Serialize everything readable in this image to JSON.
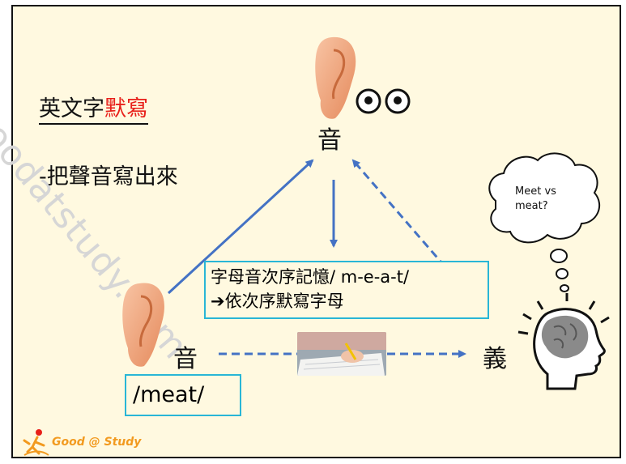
{
  "title": {
    "prefix": "英文字",
    "highlight": "默寫"
  },
  "subtitle": "-把聲音寫出來",
  "top_node": "音",
  "left_node": "音",
  "right_node": "義",
  "phonetic": "/meat/",
  "memory_box": {
    "line1": "字母音次序記憶/ m-e-a-t/",
    "line2": "依次序默寫字母",
    "arrow_glyph": "➔"
  },
  "thought_bubble": {
    "line1": "Meet vs",
    "line2": "meat?"
  },
  "logo": {
    "text": "Good @ Study"
  },
  "watermark": "goodatstudy.com",
  "colors": {
    "background": "#fff9e0",
    "highlight": "#e8201a",
    "arrow": "#4472c4",
    "box_border": "#29b6d6",
    "ear": "#f0a37a"
  }
}
